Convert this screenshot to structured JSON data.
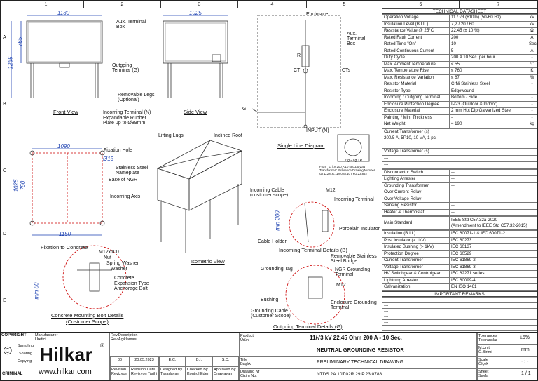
{
  "columns": [
    "1",
    "2",
    "3",
    "4",
    "5",
    "6",
    "7"
  ],
  "rows": [
    "A",
    "B",
    "C",
    "D",
    "E"
  ],
  "views": {
    "front_view": "Front View",
    "side_view": "Side View",
    "fixation_to_concrete": "Fixation to Concrete",
    "isometric_view": "Isometric View",
    "single_line_diagram": "Single Line Diagram",
    "concrete_bolt": "Concrete Mounting Bolt Details",
    "concrete_bolt_sub": "(Customer Scope)",
    "incoming_details": "Incoming Terminal Details (B)",
    "outgoing_details": "Outgoing Terminal Details (G)"
  },
  "dims": {
    "front_width": "1130",
    "front_height_a": "765",
    "front_height_b": "1265",
    "side_width": "1025",
    "fix_width": "1090",
    "fix_hole": "Ø13",
    "fix_h_a": "1025",
    "fix_h_b": "750",
    "fix_bottom": "1150",
    "inc_min": "min 300",
    "bolt_min": "min 80"
  },
  "labels": {
    "aux_terminal_box": "Aux. Terminal Box",
    "outgoing_terminal": "Outgoing Terminal (G)",
    "removable_legs": "Removable Legs (Optional)",
    "incoming_terminal_n": "Incoming Terminal (N)",
    "expandable_rubber": "Expandable Rubber",
    "plate_up_to": "Plate up to Ø89mm",
    "enclosure": "Enclosure",
    "aux_terminal_box2": "Aux. Terminal Box",
    "r": "R",
    "ct": "CT",
    "cts": "CTs",
    "g": "G",
    "input_n": "INPUT (N)",
    "fixation_hole": "Fixation Hole",
    "lifting_lugs": "Lifting Lugs",
    "inclined_roof": "Inclined Roof",
    "ss_nameplate": "Stainless Steel Nameplate",
    "base_ngr": "Base of NGR",
    "incoming_axis": "Incoming Axis",
    "zigzag": "Zig-Zag TR",
    "zigzag_note": "From \"11 kV 200 A 10 sec Zig-Zag Transformer\" Reference Drawing Number GT.D.ZN.R.11V.02A.10T.YG.23.862",
    "incoming_cable": "Incoming Cable (customer scope)",
    "m12": "M12",
    "incoming_terminal": "Incoming Terminal",
    "porcelain": "Porcelain Insulator",
    "cable_holder": "Cable Holder",
    "m12x100": "M12x100",
    "nut": "Nut",
    "spring_washer": "Spring Washer",
    "washer": "Washer",
    "concrete": "Concrete",
    "expansion_bolt": "Expansion Type Anchorage Bolt",
    "grounding_tag": "Grounding Tag",
    "removable_ss": "Removable Stainless Steel Bridge",
    "ngr_grounding": "NGR Grounding Terminal",
    "m12b": "M12",
    "bushing": "Bushing",
    "grounding_cable": "Grounding Cable (Customer Scope)",
    "enc_grounding": "Enclosure Grounding Terminal"
  },
  "datasheet": {
    "title": "TECHNICAL DATASHEET",
    "rows": [
      [
        "Operation Voltage",
        "11 / √3 (±10%) (50-60 Hz)",
        "kV"
      ],
      [
        "Insulation Level (B.I.L.)",
        "7,2 / 20 / 60",
        "kV"
      ],
      [
        "Resistance Value @ 25°C",
        "22,45 (± 10 %)",
        "Ω"
      ],
      [
        "Rated Fault Current",
        "200",
        "A"
      ],
      [
        "Rated Time \"On\"",
        "10",
        "Sec"
      ],
      [
        "Rated Continuous Current",
        "5",
        "A"
      ],
      [
        "Duty Cycle",
        "200 A 10 Sec. per hour",
        "-"
      ],
      [
        "Max. Ambient Temperature",
        "≤ 55",
        "°C"
      ],
      [
        "Max. Temperature Rise",
        "≤ 760",
        "K"
      ],
      [
        "Max. Resistance Variation",
        "≤ 67",
        "%"
      ],
      [
        "Resistor Material",
        "CrNi Stainless Steel",
        "-"
      ],
      [
        "Resistor Type",
        "Edgewound",
        "-"
      ],
      [
        "Incoming / Outgoing Terminal",
        "Bottom / Side",
        "-"
      ],
      [
        "Enclosure Protection Degree",
        "IP23               (Outdoor & Indoor)",
        "-"
      ],
      [
        "Enclosure Material",
        "2 mm Hot Dip Galvanized Steel",
        "-"
      ],
      [
        "Painting / Min. Thickness",
        "-",
        "-"
      ],
      [
        "Net Weight",
        "≈ 190",
        "kg"
      ]
    ],
    "ct_label": "Current Transformer (s)",
    "ct_value": "200/5 A, 5P10, 10 VA, 1 pc.",
    "vt_label": "Voltage Transformer (s)",
    "acc_rows": [
      [
        "Disconnector Switch",
        "---"
      ],
      [
        "Lighting Arrester",
        "---"
      ],
      [
        "Grounding Transformer",
        "---"
      ],
      [
        "Over Current Relay",
        "---"
      ],
      [
        "Over Voltage Relay",
        "---"
      ],
      [
        "Sensing Resistor",
        "---"
      ],
      [
        "Heater & Thermostat",
        "---"
      ]
    ],
    "standard_label": "Main Standard",
    "standard_value1": "IEEE Std C57.32a-2020",
    "standard_value2": "(Amendment to IEEE Std C57.32-2015)",
    "std_rows": [
      [
        "Insulation (B.I.L)",
        "IEC 60071-1 & IEC 60071-2"
      ],
      [
        "Post Insulator (> 1kV)",
        "IEC 60273"
      ],
      [
        "Insulated Bushing (> 1kV)",
        "IEC 60137"
      ],
      [
        "Protection Degree",
        "IEC 60529"
      ],
      [
        "Current Transformer",
        "IEC 61869-2"
      ],
      [
        "Voltage Transformer",
        "IEC 61869-3"
      ],
      [
        "HV Switchgear & Controlgear",
        "IEC 62271 series"
      ],
      [
        "Lightning Arrester",
        "IEC 60099-4"
      ],
      [
        "Galvanization",
        "EN ISO 1461"
      ]
    ],
    "remarks_title": "IMPORTANT REMARKS",
    "remarks": [
      "---",
      "---",
      "---",
      "---",
      "---",
      "---"
    ]
  },
  "titleblock": {
    "copyright": "COPYRIGHT",
    "sampling": "Sampling",
    "sharing": "Sharing",
    "copying": "Copying",
    "criminal": "CRIMINAL",
    "manufacturer": "Manufacturer",
    "manufacturer_tr": "Üretici",
    "logo": "Hilkar",
    "website": "www.hilkar.com",
    "rev_desc": "Rev.Description",
    "rev_desc_tr": "Rev.Açıklaması",
    "rev_no": "00",
    "rev_date": "20.05.2023",
    "designer": "E.C.",
    "checker": "B.I.",
    "approver": "S.C.",
    "col_revision": "Revision",
    "col_revision_tr": "Revizyon",
    "col_revdate": "Revision Date",
    "col_revdate_tr": "Revizyon Tarihi",
    "col_designed": "Designed By",
    "col_designed_tr": "Tasarlayan",
    "col_checked": "Checked By",
    "col_checked_tr": "Kontrol Eden",
    "col_approved": "Approved By",
    "col_approved_tr": "Onaylayan",
    "product": "Product",
    "product_tr": "Ürün",
    "product_value": "11/√3 kV 22,45 Ohm 200 A - 10 Sec.",
    "product_value2": "NEUTRAL GROUNDING RESISTOR",
    "title_lbl": "Title",
    "title_tr": "Başlık",
    "title_value": "PRELIMINARY TECHNICAL DRAWING",
    "drawing_nr": "Drawing Nr",
    "drawing_nr_tr": "Çizim No.",
    "drawing_value": "NTDS.2A.10T.02R.29.P.23.0788",
    "tolerances": "Tolerances",
    "tolerances_tr": "Toleranslar",
    "tolerances_value": "±5%",
    "munit": "M.Unit",
    "munit_tr": "Ö.Birimi",
    "munit_value": "mm",
    "scale": "Scale",
    "scale_tr": "Ölçek",
    "scale_value": "- : -",
    "sheet": "Sheet",
    "sheet_tr": "Sayfa",
    "sheet_value": "1 / 1"
  }
}
